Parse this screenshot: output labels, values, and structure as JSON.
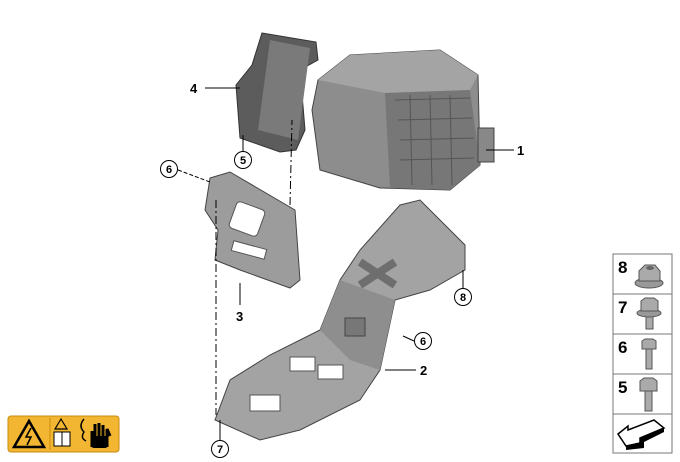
{
  "callouts": {
    "part_1": "1",
    "part_2": "2",
    "part_3": "3",
    "part_4": "4",
    "part_5": "5",
    "part_6_upper": "6",
    "part_6_lower": "6",
    "part_7": "7",
    "part_8": "8"
  },
  "hardware_panel": {
    "items": [
      {
        "number": "8",
        "icon": "flange-nut-icon"
      },
      {
        "number": "7",
        "icon": "hex-bolt-with-washer-icon"
      },
      {
        "number": "6",
        "icon": "hex-bolt-icon"
      },
      {
        "number": "5",
        "icon": "hex-flange-bolt-icon"
      }
    ],
    "footer_icon": "arrow-icon"
  },
  "warning_label": {
    "icons": [
      "high-voltage-warning-icon",
      "read-manual-icon",
      "no-touch-hand-icon"
    ],
    "color": "#f2b632"
  }
}
